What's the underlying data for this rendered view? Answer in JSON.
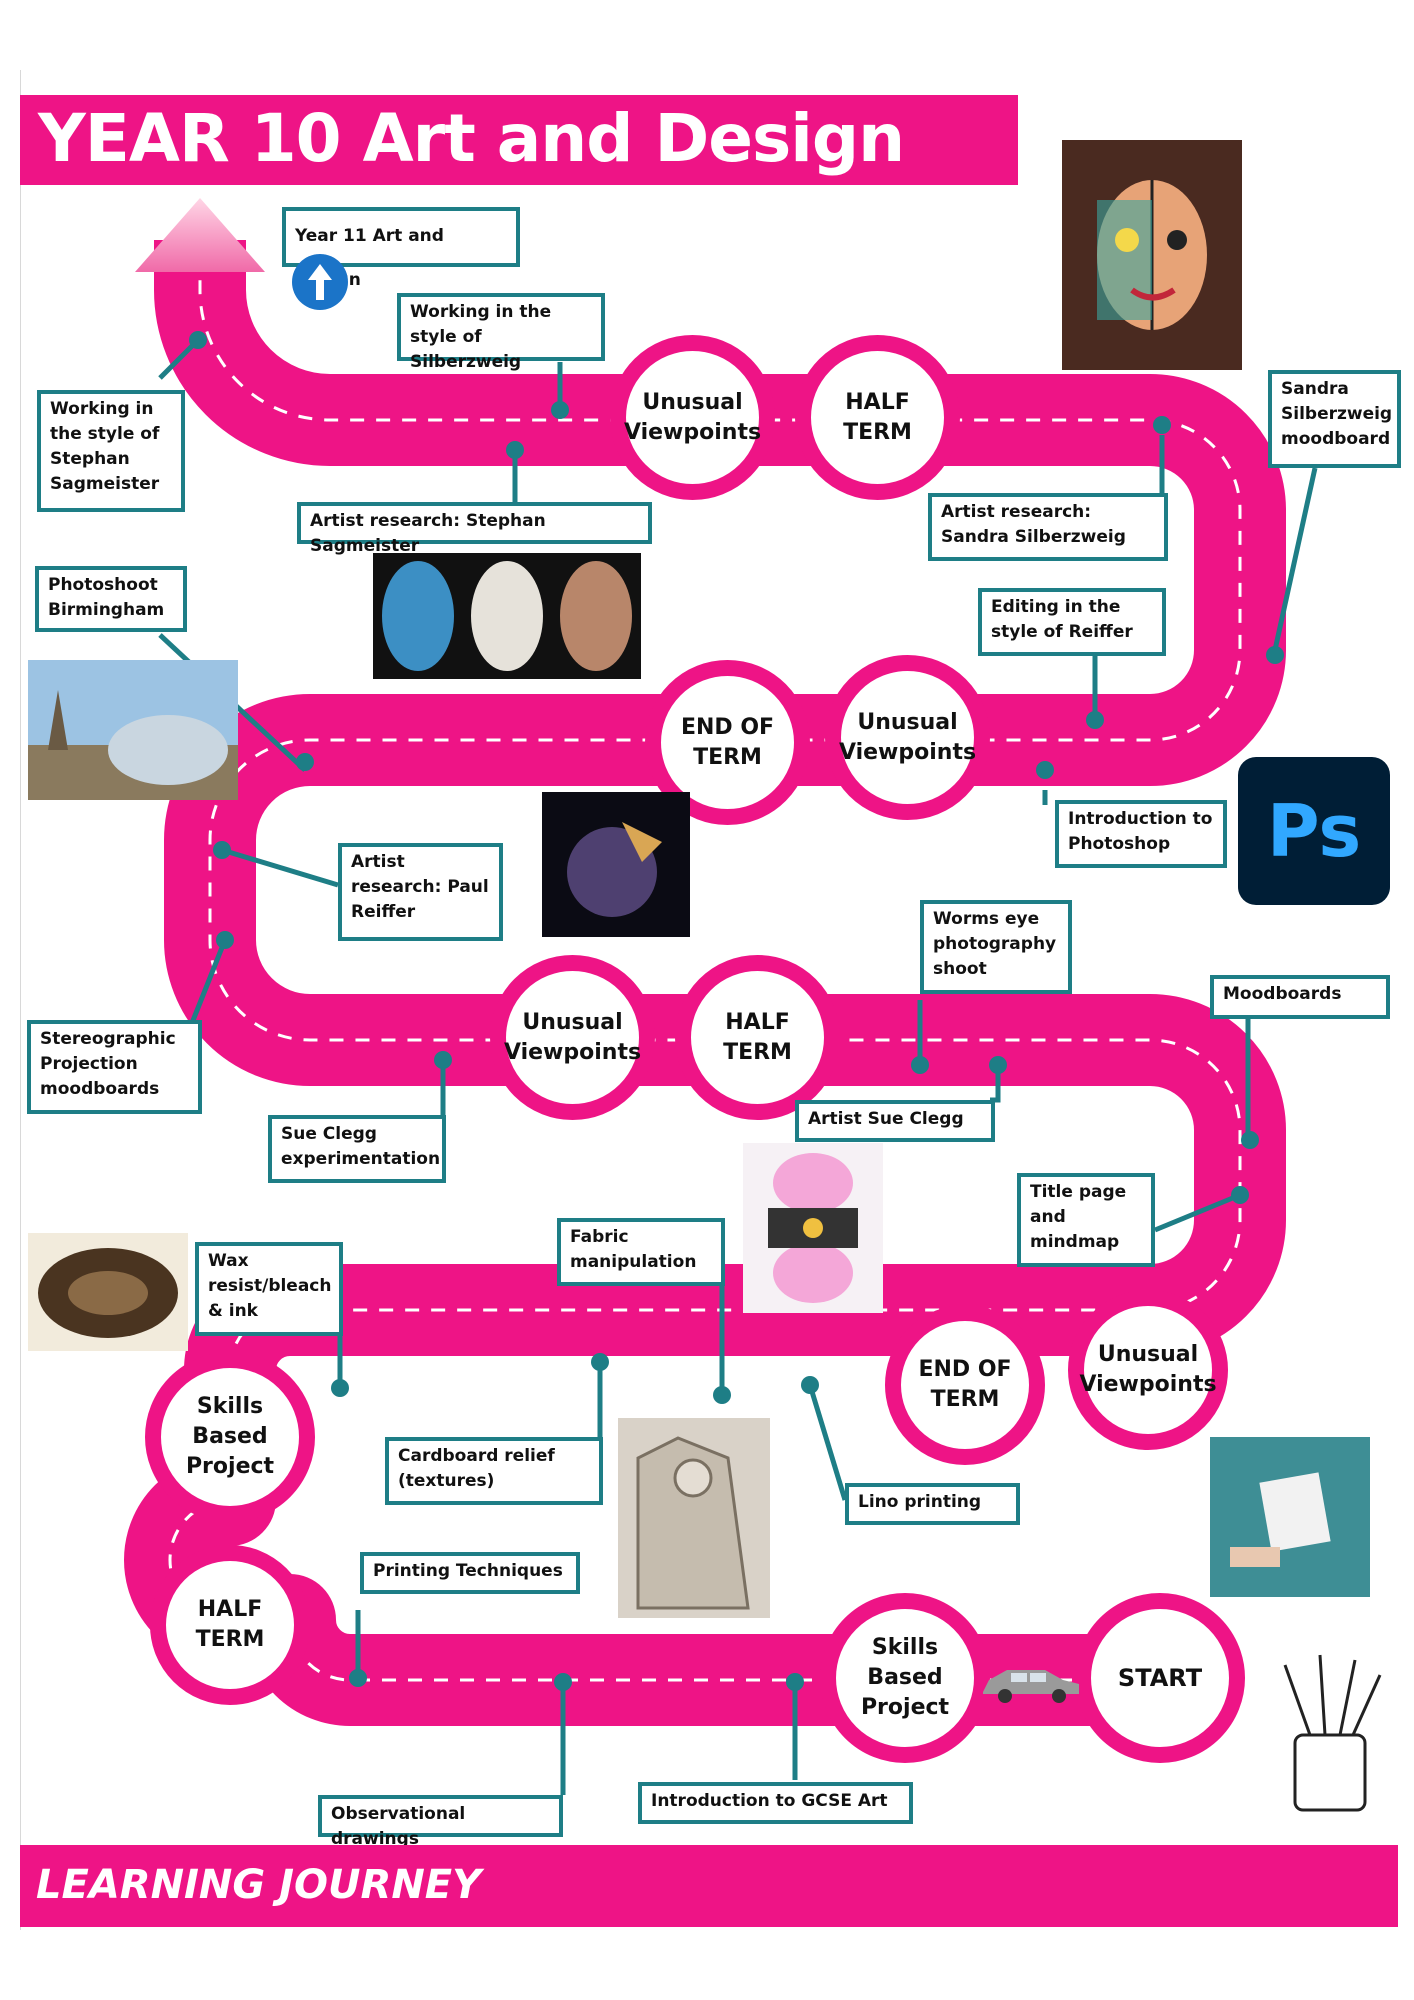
{
  "title": "YEAR 10 Art and Design",
  "footer": "LEARNING JOURNEY",
  "next_year": "Year 11 Art and Design",
  "photoshop_logo": "Ps",
  "stops": {
    "start": "START",
    "skills_based_1": "Skills Based Project",
    "half_term_1": "HALF TERM",
    "skills_based_2": "Skills Based Project",
    "end_of_term_1": "END OF TERM",
    "unusual_1": "Unusual Viewpoints",
    "half_term_2": "HALF TERM",
    "unusual_2": "Unusual Viewpoints",
    "unusual_3": "Unusual Viewpoints",
    "end_of_term_2": "END OF TERM",
    "unusual_4": "Unusual Viewpoints",
    "half_term_3": "HALF TERM"
  },
  "labels": {
    "working_silberzweig": "Working in the style of Silberzweig",
    "working_sagmeister": "Working in the style of Stephan Sagmeister",
    "research_sagmeister": "Artist research: Stephan Sagmeister",
    "research_silberzweig": "Artist research: Sandra Silberzweig",
    "silberzweig_moodboard": "Sandra Silberzweig moodboard",
    "photoshoot_birmingham": "Photoshoot Birmingham",
    "editing_reiffer": "Editing in the style of Reiffer",
    "intro_photoshop": "Introduction to Photoshop",
    "research_reiffer": "Artist research: Paul Reiffer",
    "stereographic": "Stereographic Projection moodboards",
    "worms_eye": "Worms eye photography shoot",
    "moodboards": "Moodboards",
    "sue_clegg_exp": "Sue Clegg experimentation",
    "artist_sue_clegg": "Artist Sue Clegg",
    "title_page": "Title page and mindmap",
    "fabric": "Fabric manipulation",
    "wax_resist": "Wax resist/bleach & ink",
    "cardboard": "Cardboard relief (textures)",
    "lino": "Lino printing",
    "printing_tech": "Printing Techniques",
    "observational": "Observational drawings",
    "intro_gcse": "Introduction to GCSE Art"
  },
  "colors": {
    "road": "#ee1486",
    "label_border": "#1e7e86",
    "arrow_blue": "#1b74c8",
    "photoshop_bg": "#001e36",
    "photoshop_fg": "#31a8ff"
  }
}
